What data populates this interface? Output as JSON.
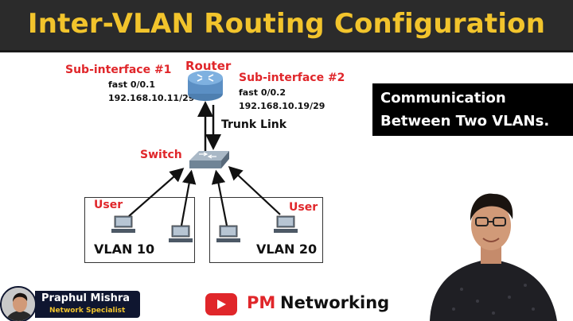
{
  "banner": {
    "title": "Inter-VLAN Routing Configuration",
    "title_color": "#f2c42c",
    "background_color": "#2b2b2b"
  },
  "diagram": {
    "router": {
      "label": "Router",
      "icon": "router-icon"
    },
    "subinterface_1": {
      "title": "Sub-interface #1",
      "port": "fast 0/0.1",
      "ip": "192.168.10.11/29"
    },
    "subinterface_2": {
      "title": "Sub-interface #2",
      "port": "fast 0/0.2",
      "ip": "192.168.10.19/29"
    },
    "trunk_link": {
      "label": "Trunk Link"
    },
    "switch": {
      "label": "Switch",
      "icon": "switch-icon"
    },
    "vlan_left": {
      "label": "VLAN 10",
      "user_label": "User",
      "hosts": [
        "computer-icon",
        "computer-icon"
      ]
    },
    "vlan_right": {
      "label": "VLAN 20",
      "user_label": "User",
      "hosts": [
        "computer-icon",
        "computer-icon"
      ]
    },
    "accent_color": "#e0262a"
  },
  "callout": {
    "line1": "Communication",
    "line2": "Between Two VLANs."
  },
  "presenter": {
    "name": "Praphul Mishra",
    "role": "Network Specialist"
  },
  "brand": {
    "icon": "youtube-play-icon",
    "prefix": "PM",
    "suffix": "Networking",
    "color": "#e0262a"
  }
}
